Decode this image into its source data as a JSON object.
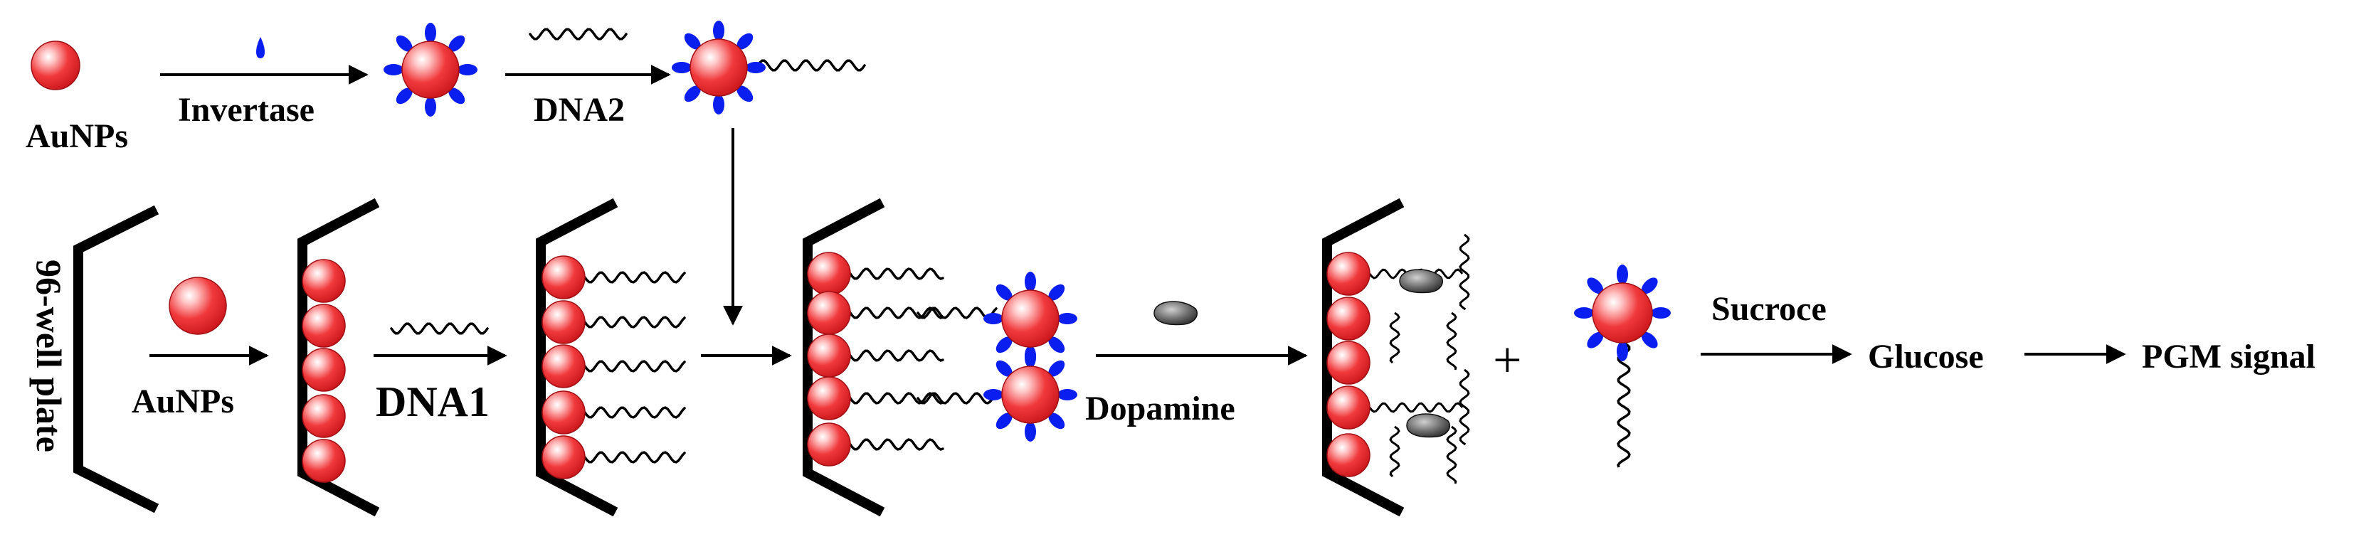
{
  "labels": {
    "aunps_top": "AuNPs",
    "invertase": "Invertase",
    "dna2": "DNA2",
    "plate": "96-well plate",
    "aunps_bottom": "AuNPs",
    "dna1": "DNA1",
    "dopamine": "Dopamine",
    "plus": "+",
    "sucroce": "Sucroce",
    "glucose": "Glucose",
    "pgm_signal": "PGM signal"
  },
  "colors": {
    "gold_np": "#e8262a",
    "enzyme": "#0a1ef0",
    "line": "#000000",
    "dopamine": "#505050"
  }
}
